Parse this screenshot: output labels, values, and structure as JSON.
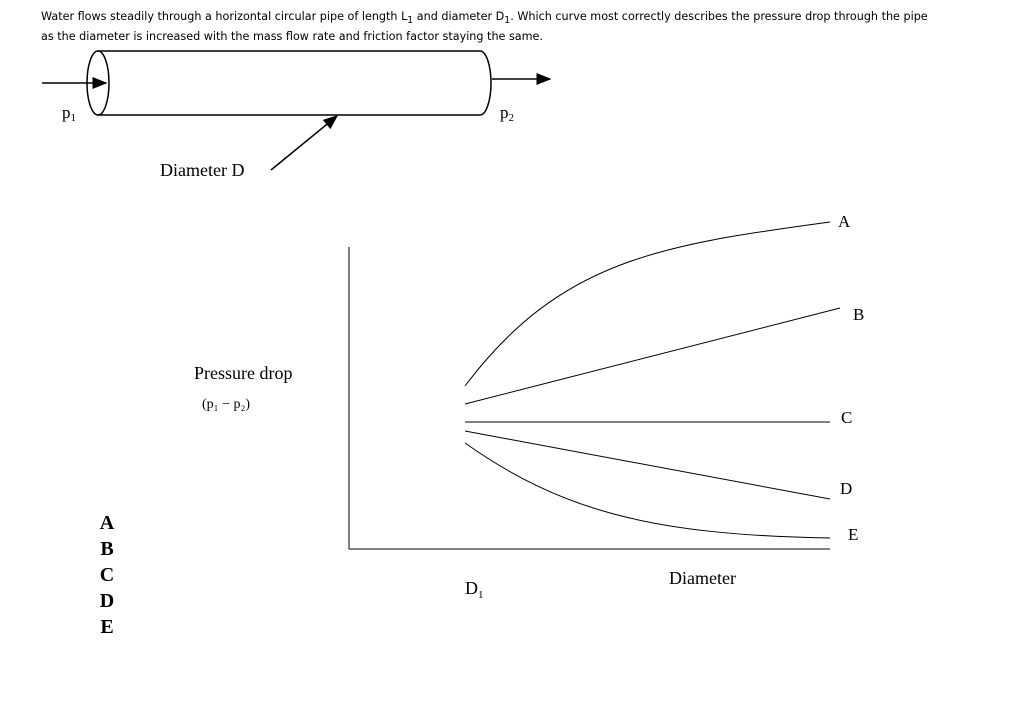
{
  "question": {
    "part1": "Water flows steadily through a horizontal circular pipe of length L",
    "sub_l": "1",
    "part2": " and diameter D",
    "sub_d": "1",
    "part3": ". Which curve most correctly describes the pressure drop through the pipe as the diameter is increased with the mass flow rate and friction factor staying the same."
  },
  "pipe": {
    "inlet_label": "p",
    "inlet_sub": "1",
    "outlet_label": "p",
    "outlet_sub": "2",
    "diameter_label": "Diameter D"
  },
  "graph": {
    "ylabel": "Pressure drop",
    "ylabel_sub": "(p₁ − p₂)",
    "xlabel": "Diameter",
    "x_tick": "D",
    "x_tick_sub": "1",
    "curves": [
      {
        "name": "A",
        "trend": "increasing, concave"
      },
      {
        "name": "B",
        "trend": "increasing, linear"
      },
      {
        "name": "C",
        "trend": "constant"
      },
      {
        "name": "D",
        "trend": "decreasing, linear"
      },
      {
        "name": "E",
        "trend": "decreasing, convex"
      }
    ]
  },
  "options": [
    "A",
    "B",
    "C",
    "D",
    "E"
  ]
}
